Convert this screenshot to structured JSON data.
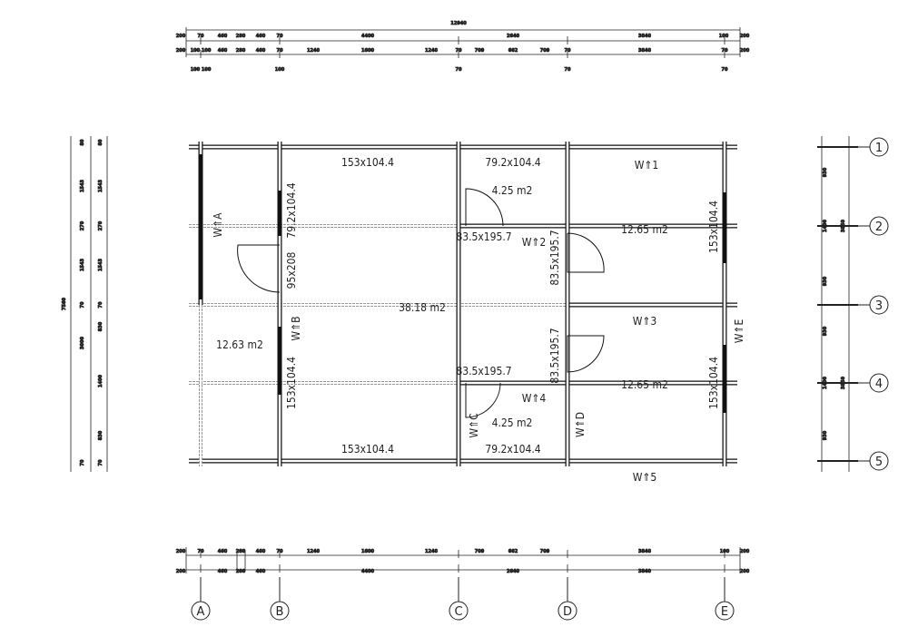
{
  "plan": {
    "rooms": {
      "living_area": "38.18 m2",
      "left_room": "12.63 m2",
      "top_right_room": "12.65 m2",
      "bottom_right_room": "12.65 m2",
      "top_bath": "4.25 m2",
      "bottom_bath": "4.25 m2"
    },
    "openings": {
      "top_wall_left": "153x104.4",
      "top_wall_right": "79.2x104.4",
      "bottom_wall_left": "153x104.4",
      "bottom_wall_right": "79.2x104.4",
      "wall_b_upper": "79.2x104.4",
      "wall_b_door": "95x208",
      "wall_b_lower": "153x104.4",
      "row2_door": "83.5x195.7",
      "row4_door": "83.5x195.7",
      "wall_d_upper_door": "83.5x195.7",
      "wall_d_lower_door": "83.5x195.7",
      "wall_e_upper": "153x104.4",
      "wall_e_lower": "153x104.4"
    },
    "wall_tags": [
      "W1",
      "W2",
      "W3",
      "W4",
      "W5",
      "WA",
      "WB",
      "WC",
      "WD",
      "WE"
    ]
  },
  "axes": {
    "columns": [
      "A",
      "B",
      "C",
      "D",
      "E"
    ],
    "rows": [
      "1",
      "2",
      "3",
      "4",
      "5"
    ]
  },
  "dimensions": {
    "top_overall": "12940",
    "top_row1": [
      "200",
      "70",
      "460",
      "280",
      "460",
      "70",
      "4400",
      "2640",
      "3840",
      "100",
      "200"
    ],
    "top_row2": [
      "200",
      "100 100",
      "460",
      "280",
      "460",
      "70",
      "1240",
      "1600",
      "1240",
      "70",
      "709",
      "662",
      "709",
      "70",
      "3840",
      "70",
      "200"
    ],
    "top_row3": [
      "100 100",
      "100",
      "70",
      "70",
      "70"
    ],
    "bottom_row1": [
      "70",
      "200",
      "460",
      "280",
      "460",
      "70",
      "1240",
      "1600",
      "1240",
      "709",
      "662",
      "709",
      "3840",
      "100",
      "200"
    ],
    "bottom_row2": [
      "200",
      "460",
      "280",
      "460",
      "4400",
      "2640",
      "3840",
      "200"
    ],
    "left_overall": "7560",
    "left_col1": [
      "80",
      "1543",
      "270",
      "1543",
      "70",
      "3000",
      "70"
    ],
    "left_col2": [
      "80",
      "1543",
      "270",
      "1543",
      "70",
      "830",
      "1400",
      "830",
      "70"
    ],
    "right_col1": [
      "930",
      "1400",
      "930",
      "930",
      "1400",
      "930"
    ],
    "right_col2": [
      "3850",
      "3850"
    ]
  }
}
